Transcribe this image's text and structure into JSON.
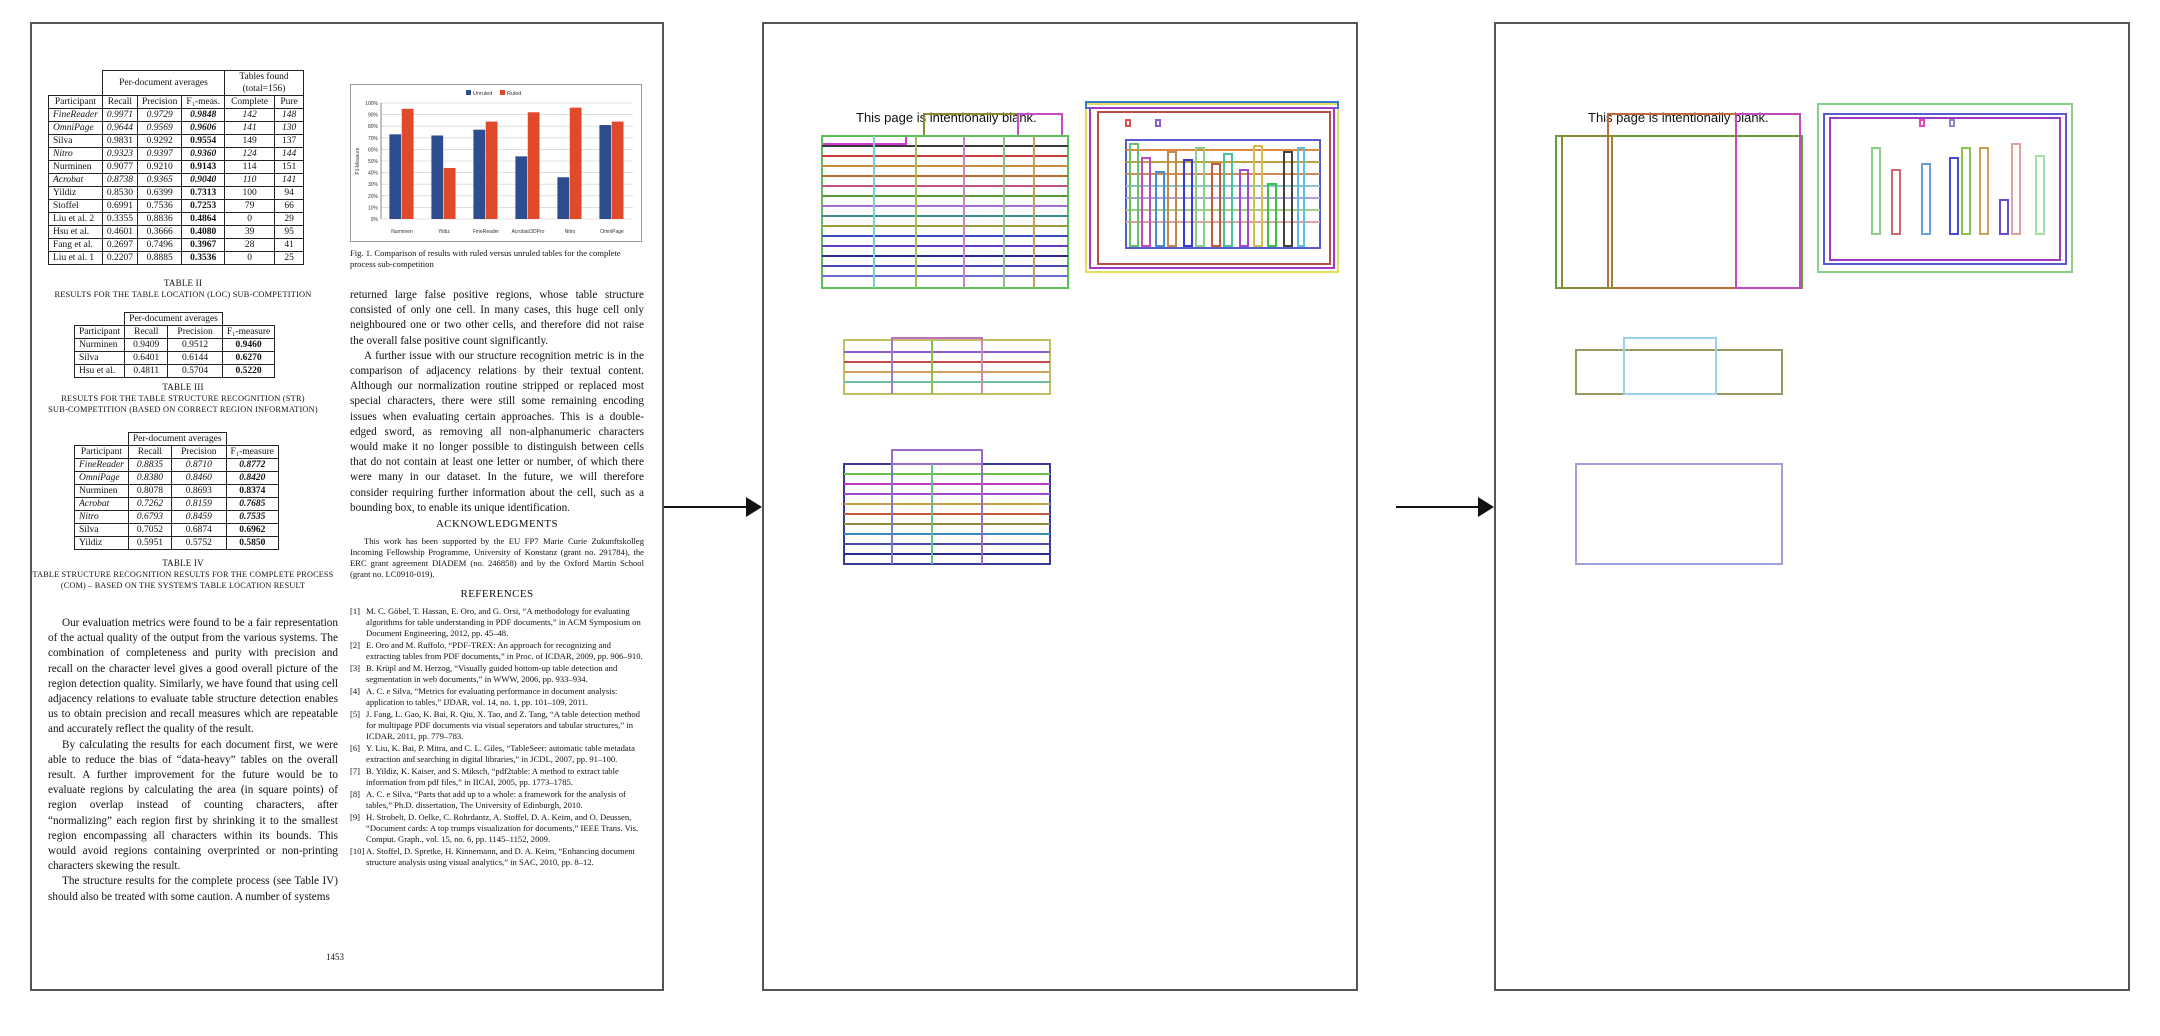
{
  "table1": {
    "group_header_1": "Per-document averages",
    "group_header_2": "Tables found (total=156)",
    "columns": [
      "Participant",
      "Recall",
      "Precision",
      "F₁-meas.",
      "Complete",
      "Pure"
    ],
    "rows": [
      [
        "FineReader",
        "0.9971",
        "0.9729",
        "0.9848",
        "142",
        "148"
      ],
      [
        "OmniPage",
        "0.9644",
        "0.9569",
        "0.9606",
        "141",
        "130"
      ],
      [
        "Silva",
        "0.9831",
        "0.9292",
        "0.9554",
        "149",
        "137"
      ],
      [
        "Nitro",
        "0.9323",
        "0.9397",
        "0.9360",
        "124",
        "144"
      ],
      [
        "Nurminen",
        "0.9077",
        "0.9210",
        "0.9143",
        "114",
        "151"
      ],
      [
        "Acrobat",
        "0.8738",
        "0.9365",
        "0.9040",
        "110",
        "141"
      ],
      [
        "Yildiz",
        "0.8530",
        "0.6399",
        "0.7313",
        "100",
        "94"
      ],
      [
        "Stoffel",
        "0.6991",
        "0.7536",
        "0.7253",
        "79",
        "66"
      ],
      [
        "Liu et al. 2",
        "0.3355",
        "0.8836",
        "0.4864",
        "0",
        "29"
      ],
      [
        "Hsu et al.",
        "0.4601",
        "0.3666",
        "0.4080",
        "39",
        "95"
      ],
      [
        "Fang et al.",
        "0.2697",
        "0.7496",
        "0.3967",
        "28",
        "41"
      ],
      [
        "Liu et al. 1",
        "0.2207",
        "0.8885",
        "0.3536",
        "0",
        "25"
      ]
    ],
    "italic_rows": [
      0,
      1,
      3,
      5
    ]
  },
  "table2": {
    "label": "TABLE II",
    "caption": "RESULTS FOR THE TABLE LOCATION (LOC) SUB-COMPETITION",
    "group_header": "Per-document averages",
    "columns": [
      "Participant",
      "Recall",
      "Precision",
      "F₁-measure"
    ],
    "rows": [
      [
        "Nurminen",
        "0.9409",
        "0.9512",
        "0.9460"
      ],
      [
        "Silva",
        "0.6401",
        "0.6144",
        "0.6270"
      ],
      [
        "Hsu et al.",
        "0.4811",
        "0.5704",
        "0.5220"
      ]
    ]
  },
  "table3": {
    "label": "TABLE III",
    "caption_line1": "RESULTS FOR THE TABLE STRUCTURE RECOGNITION (STR)",
    "caption_line2": "SUB-COMPETITION (BASED ON CORRECT REGION INFORMATION)",
    "group_header": "Per-document averages",
    "columns": [
      "Participant",
      "Recall",
      "Precision",
      "F₁-measure"
    ],
    "rows": [
      [
        "FineReader",
        "0.8835",
        "0.8710",
        "0.8772"
      ],
      [
        "OmniPage",
        "0.8380",
        "0.8460",
        "0.8420"
      ],
      [
        "Nurminen",
        "0.8078",
        "0.8693",
        "0.8374"
      ],
      [
        "Acrobat",
        "0.7262",
        "0.8159",
        "0.7685"
      ],
      [
        "Nitro",
        "0.6793",
        "0.8459",
        "0.7535"
      ],
      [
        "Silva",
        "0.7052",
        "0.6874",
        "0.6962"
      ],
      [
        "Yildiz",
        "0.5951",
        "0.5752",
        "0.5850"
      ]
    ],
    "italic_rows": [
      0,
      1,
      3,
      4
    ]
  },
  "table4": {
    "label": "TABLE IV",
    "caption_line1": "TABLE STRUCTURE RECOGNITION RESULTS FOR THE COMPLETE PROCESS",
    "caption_line2": "(COM) – BASED ON THE SYSTEM'S TABLE LOCATION RESULT"
  },
  "figure": {
    "caption": "Fig. 1.   Comparison of results with ruled versus unruled tables for the complete process sub-competition"
  },
  "chart_data": {
    "type": "bar",
    "categories": [
      "Nurminen",
      "Yildiz",
      "FineReader",
      "Acrobat/3DPro",
      "Nitro",
      "OmniPage"
    ],
    "series": [
      {
        "name": "Unruled",
        "values": [
          0.73,
          0.72,
          0.77,
          0.54,
          0.36,
          0.81
        ]
      },
      {
        "name": "Ruled",
        "values": [
          0.95,
          0.44,
          0.84,
          0.92,
          0.96,
          0.84
        ]
      }
    ],
    "ylim": [
      0,
      1
    ],
    "yticks": [
      "0%",
      "10%",
      "20%",
      "30%",
      "40%",
      "50%",
      "60%",
      "70%",
      "80%",
      "90%",
      "100%"
    ],
    "ylabel": "F1-Measure",
    "legend_position": "top",
    "colors": {
      "Unruled": "#2e4d8f",
      "Ruled": "#e04a2a"
    }
  },
  "left_col_text": {
    "p1": "Our evaluation metrics were found to be a fair representation of the actual quality of the output from the various systems. The combination of completeness and purity with precision and recall on the character level gives a good overall picture of the region detection quality. Similarly, we have found that using cell adjacency relations to evaluate table structure detection enables us to obtain precision and recall measures which are repeatable and accurately reflect the quality of the result.",
    "p2": "By calculating the results for each document first, we were able to reduce the bias of “data-heavy” tables on the overall result. A further improvement for the future would be to evaluate regions by calculating the area (in square points) of region overlap instead of counting characters, after “normalizing” each region first by shrinking it to the smallest region encompassing all characters within its bounds. This would avoid regions containing overprinted or non-printing characters skewing the result.",
    "p3": "The structure results for the complete process (see Table IV) should also be treated with some caution. A number of systems"
  },
  "right_col_text": {
    "p1": "returned large false positive regions, whose table structure consisted of only one cell. In many cases, this huge cell only neighboured one or two other cells, and therefore did not raise the overall false positive count significantly.",
    "p2": "A further issue with our structure recognition metric is in the comparison of adjacency relations by their textual content. Although our normalization routine stripped or replaced most special characters, there were still some remaining encoding issues when evaluating certain approaches. This is a double-edged sword, as removing all non-alphanumeric characters would make it no longer possible to distinguish between cells that do not contain at least one letter or number, of which there were many in our dataset. In the future, we will therefore consider requiring further information about the cell, such as a bounding box, to enable its unique identification."
  },
  "acknowledgments": {
    "heading": "ACKNOWLEDGMENTS",
    "text": "This work has been supported by the EU FP7 Marie Curie Zukunftskolleg Incoming Fellowship Programme, University of Konstanz (grant no. 291784), the ERC grant agreement DIADEM (no. 246858) and by the Oxford Martin School (grant no. LC0910-019)."
  },
  "references": {
    "heading": "REFERENCES",
    "items": [
      {
        "n": "[1]",
        "text": "M. C. Göbel, T. Hassan, E. Oro, and G. Orsi, “A methodology for evaluating algorithms for table understanding in PDF documents,” in ACM Symposium on Document Engineering, 2012, pp. 45–48."
      },
      {
        "n": "[2]",
        "text": "E. Oro and M. Ruffolo, “PDF-TREX: An approach for recognizing and extracting tables from PDF documents,” in Proc. of ICDAR, 2009, pp. 906–910."
      },
      {
        "n": "[3]",
        "text": "B. Krüpl and M. Herzog, “Visually guided bottom-up table detection and segmentation in web documents,” in WWW, 2006, pp. 933–934."
      },
      {
        "n": "[4]",
        "text": "A. C. e Silva, “Metrics for evaluating performance in document analysis: application to tables,” IJDAR, vol. 14, no. 1, pp. 101–109, 2011."
      },
      {
        "n": "[5]",
        "text": "J. Fang, L. Gao, K. Bai, R. Qiu, X. Tao, and Z. Tang, “A table detection method for multipage PDF documents via visual seperators and tabular structures,” in ICDAR, 2011, pp. 779–783."
      },
      {
        "n": "[6]",
        "text": "Y. Liu, K. Bai, P. Mitra, and C. L. Giles, “TableSeer: automatic table metadata extraction and searching in digital libraries,” in JCDL, 2007, pp. 91–100."
      },
      {
        "n": "[7]",
        "text": "B. Yildiz, K. Kaiser, and S. Miksch, “pdf2table: A method to extract table information from pdf files,” in IICAI, 2005, pp. 1773–1785."
      },
      {
        "n": "[8]",
        "text": "A. C. e Silva, “Parts that add up to a whole: a framework for the analysis of tables,” Ph.D. dissertation, The University of Edinburgh, 2010."
      },
      {
        "n": "[9]",
        "text": "H. Strobelt, D. Oelke, C. Rohrdantz, A. Stoffel, D. A. Keim, and O. Deussen, “Document cards: A top trumps visualization for documents,” IEEE Trans. Vis. Comput. Graph., vol. 15, no. 6, pp. 1145–1152, 2009."
      },
      {
        "n": "[10]",
        "text": "A. Stoffel, D. Spretke, H. Kinnemann, and D. A. Keim, “Enhancing document structure analysis using visual analytics,” in SAC, 2010, pp. 8–12."
      }
    ]
  },
  "page_number": "1453",
  "blank_notice": "This page is intentionally blank."
}
